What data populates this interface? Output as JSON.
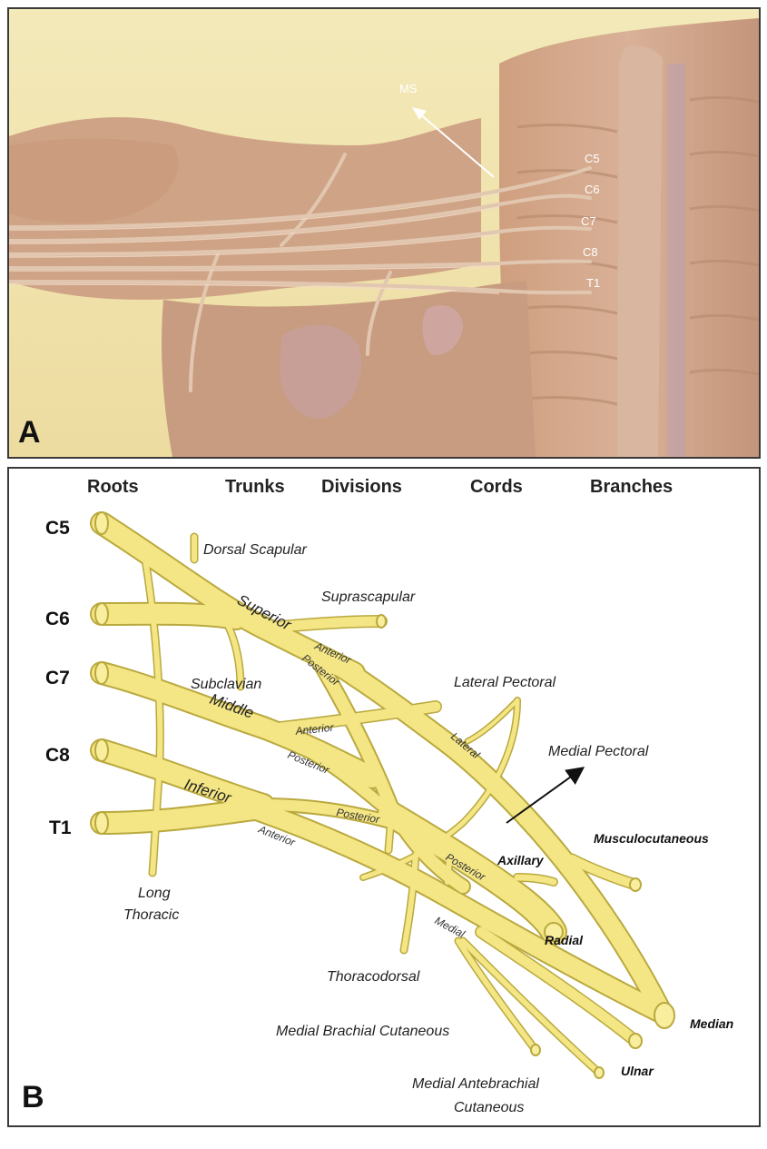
{
  "panel_a": {
    "letter": "A",
    "labels": {
      "ms": "MS",
      "c5": "C5",
      "c6": "C6",
      "c7": "C7",
      "c8": "C8",
      "t1": "T1"
    }
  },
  "panel_b": {
    "letter": "B",
    "headers": {
      "roots": "Roots",
      "trunks": "Trunks",
      "divisions": "Divisions",
      "cords": "Cords",
      "branches": "Branches"
    },
    "roots": {
      "c5": "C5",
      "c6": "C6",
      "c7": "C7",
      "c8": "C8",
      "t1": "T1"
    },
    "trunks": {
      "superior": "Superior",
      "middle": "Middle",
      "inferior": "Inferior"
    },
    "divisions": {
      "superior_anterior": "Anterior",
      "superior_posterior": "Posterior",
      "middle_anterior": "Anterior",
      "middle_posterior": "Posterior",
      "inferior_anterior": "Anterior",
      "inferior_posterior": "Posterior"
    },
    "cords": {
      "lateral": "Lateral",
      "posterior": "Posterior",
      "medial": "Medial"
    },
    "branches": {
      "dorsal_scapular": "Dorsal Scapular",
      "suprascapular": "Suprascapular",
      "subclavian": "Subclavian",
      "lateral_pectoral": "Lateral Pectoral",
      "medial_pectoral": "Medial Pectoral",
      "musculocutaneous": "Musculocutaneous",
      "axillary": "Axillary",
      "radial": "Radial",
      "median": "Median",
      "ulnar": "Ulnar",
      "long_thoracic_1": "Long",
      "long_thoracic_2": "Thoracic",
      "thoracodorsal": "Thoracodorsal",
      "medial_brachial_cutaneous": "Medial Brachial Cutaneous",
      "medial_antebrachial_1": "Medial Antebrachial",
      "medial_antebrachial_2": "Cutaneous"
    }
  },
  "colors": {
    "nerve_fill": "#f4e585",
    "nerve_outline": "#b9a93e",
    "photo_background": "#f1e6b4",
    "tissue": "#cfa688"
  }
}
